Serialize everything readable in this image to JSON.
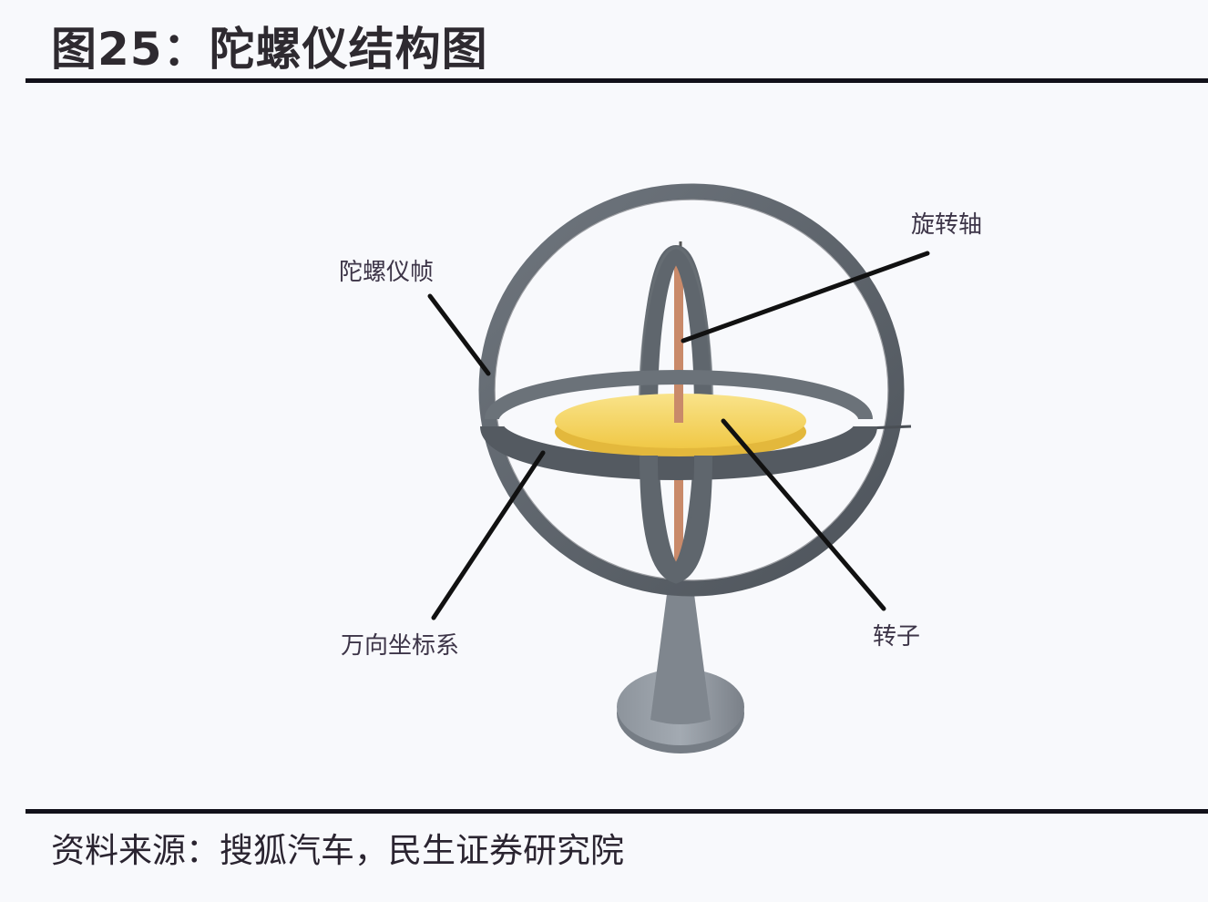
{
  "title": "图25：陀螺仪结构图",
  "source": "资料来源：搜狐汽车，民生证券研究院",
  "diagram": {
    "subject": "gyroscope",
    "labels": {
      "frame": "陀螺仪帧",
      "spin_axis": "旋转轴",
      "gimbal": "万向坐标系",
      "rotor": "转子"
    },
    "colors": {
      "ring": "#5b6168",
      "ring_light": "#7c838b",
      "rotor": "#f4d25a",
      "rotor_edge": "#e3b83c",
      "axle": "#c98a6a",
      "stand": "#8a9099",
      "leader_line": "#111111"
    }
  }
}
